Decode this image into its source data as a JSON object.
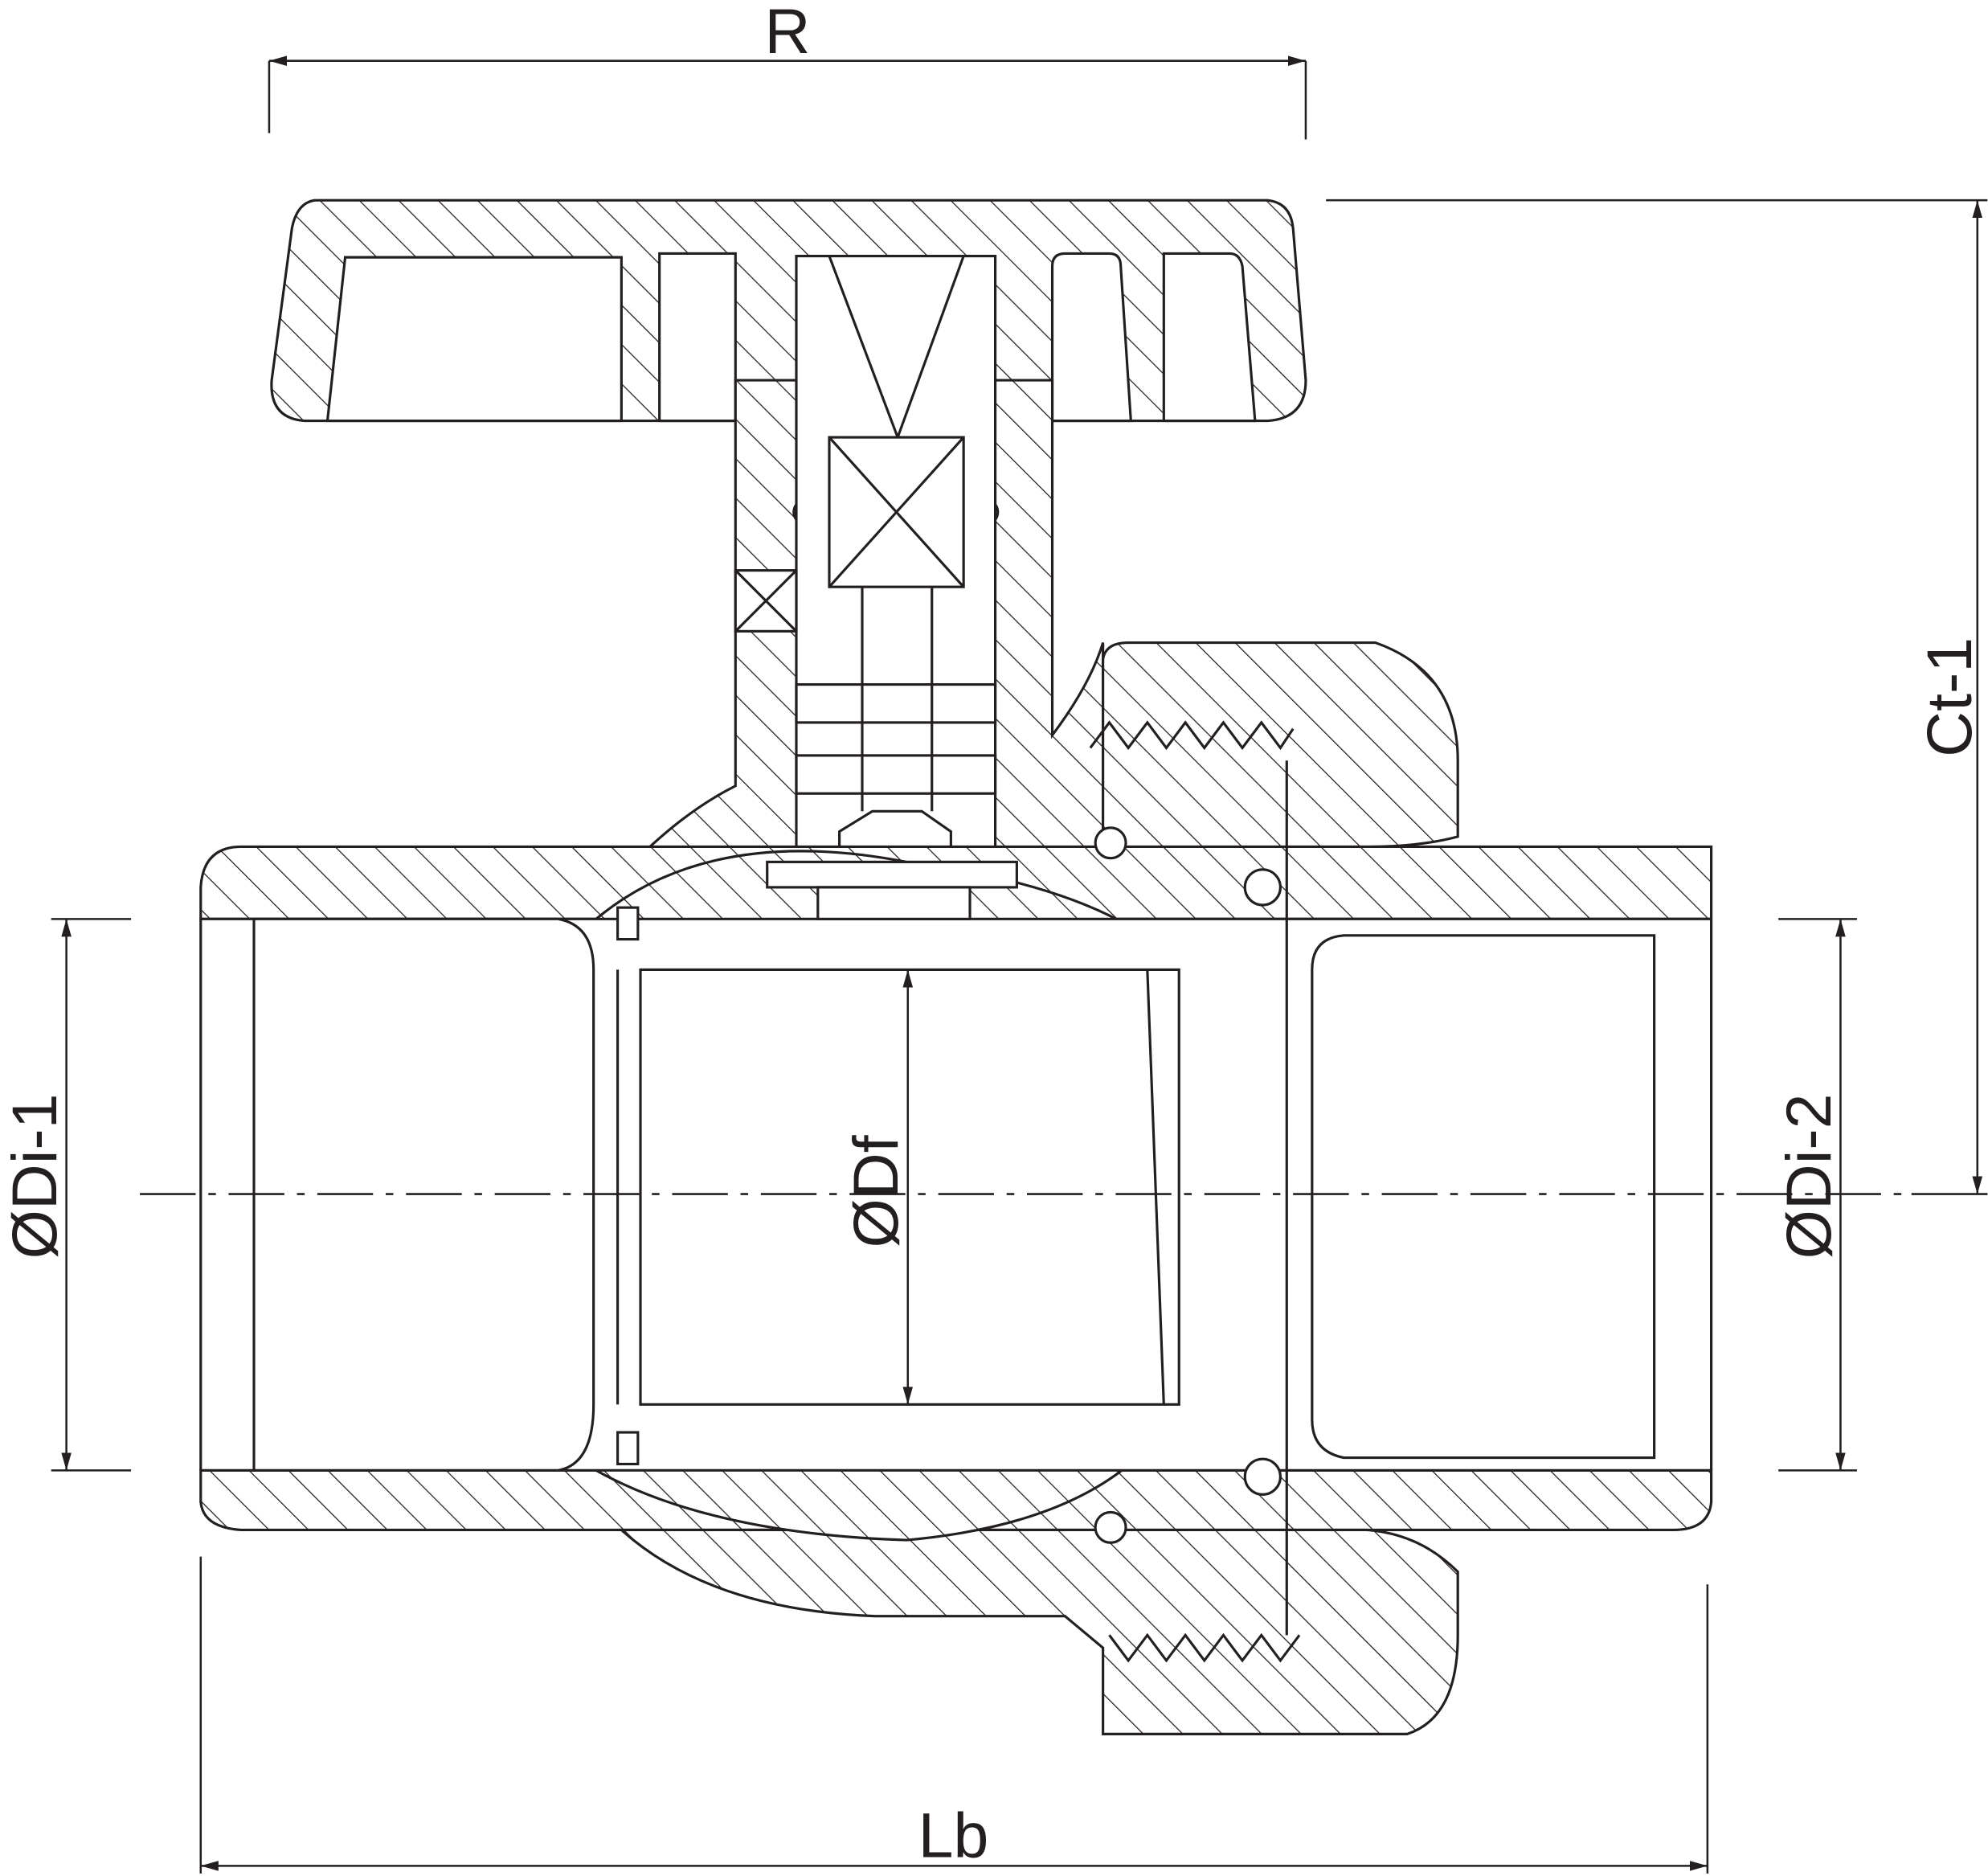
{
  "drawing": {
    "title": "Ball valve cross-section with union end",
    "dimensions": {
      "handle_span": "R",
      "height": "Ct-1",
      "inner_diameter_left": "ØDi-1",
      "inner_diameter_right": "ØDi-2",
      "flow_diameter": "ØDf",
      "body_length": "Lb"
    }
  }
}
